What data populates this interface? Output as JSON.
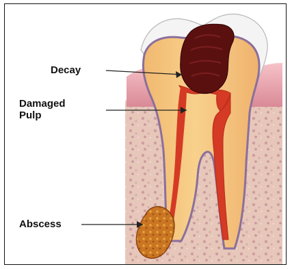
{
  "labels": {
    "decay": "Decay",
    "damaged_pulp_line1": "Damaged",
    "damaged_pulp_line2": "Pulp",
    "abscess": "Abscess"
  },
  "colors": {
    "gum": "#e9a3ad",
    "bone": "#e7c6b9",
    "enamel": "#f4f4f4",
    "dentin": "#f6cb87",
    "pulp": "#d53a24",
    "decay": "#5b1010",
    "nerve": "#9a7caf",
    "abscess": "#d07d25",
    "leader": "#222222"
  }
}
